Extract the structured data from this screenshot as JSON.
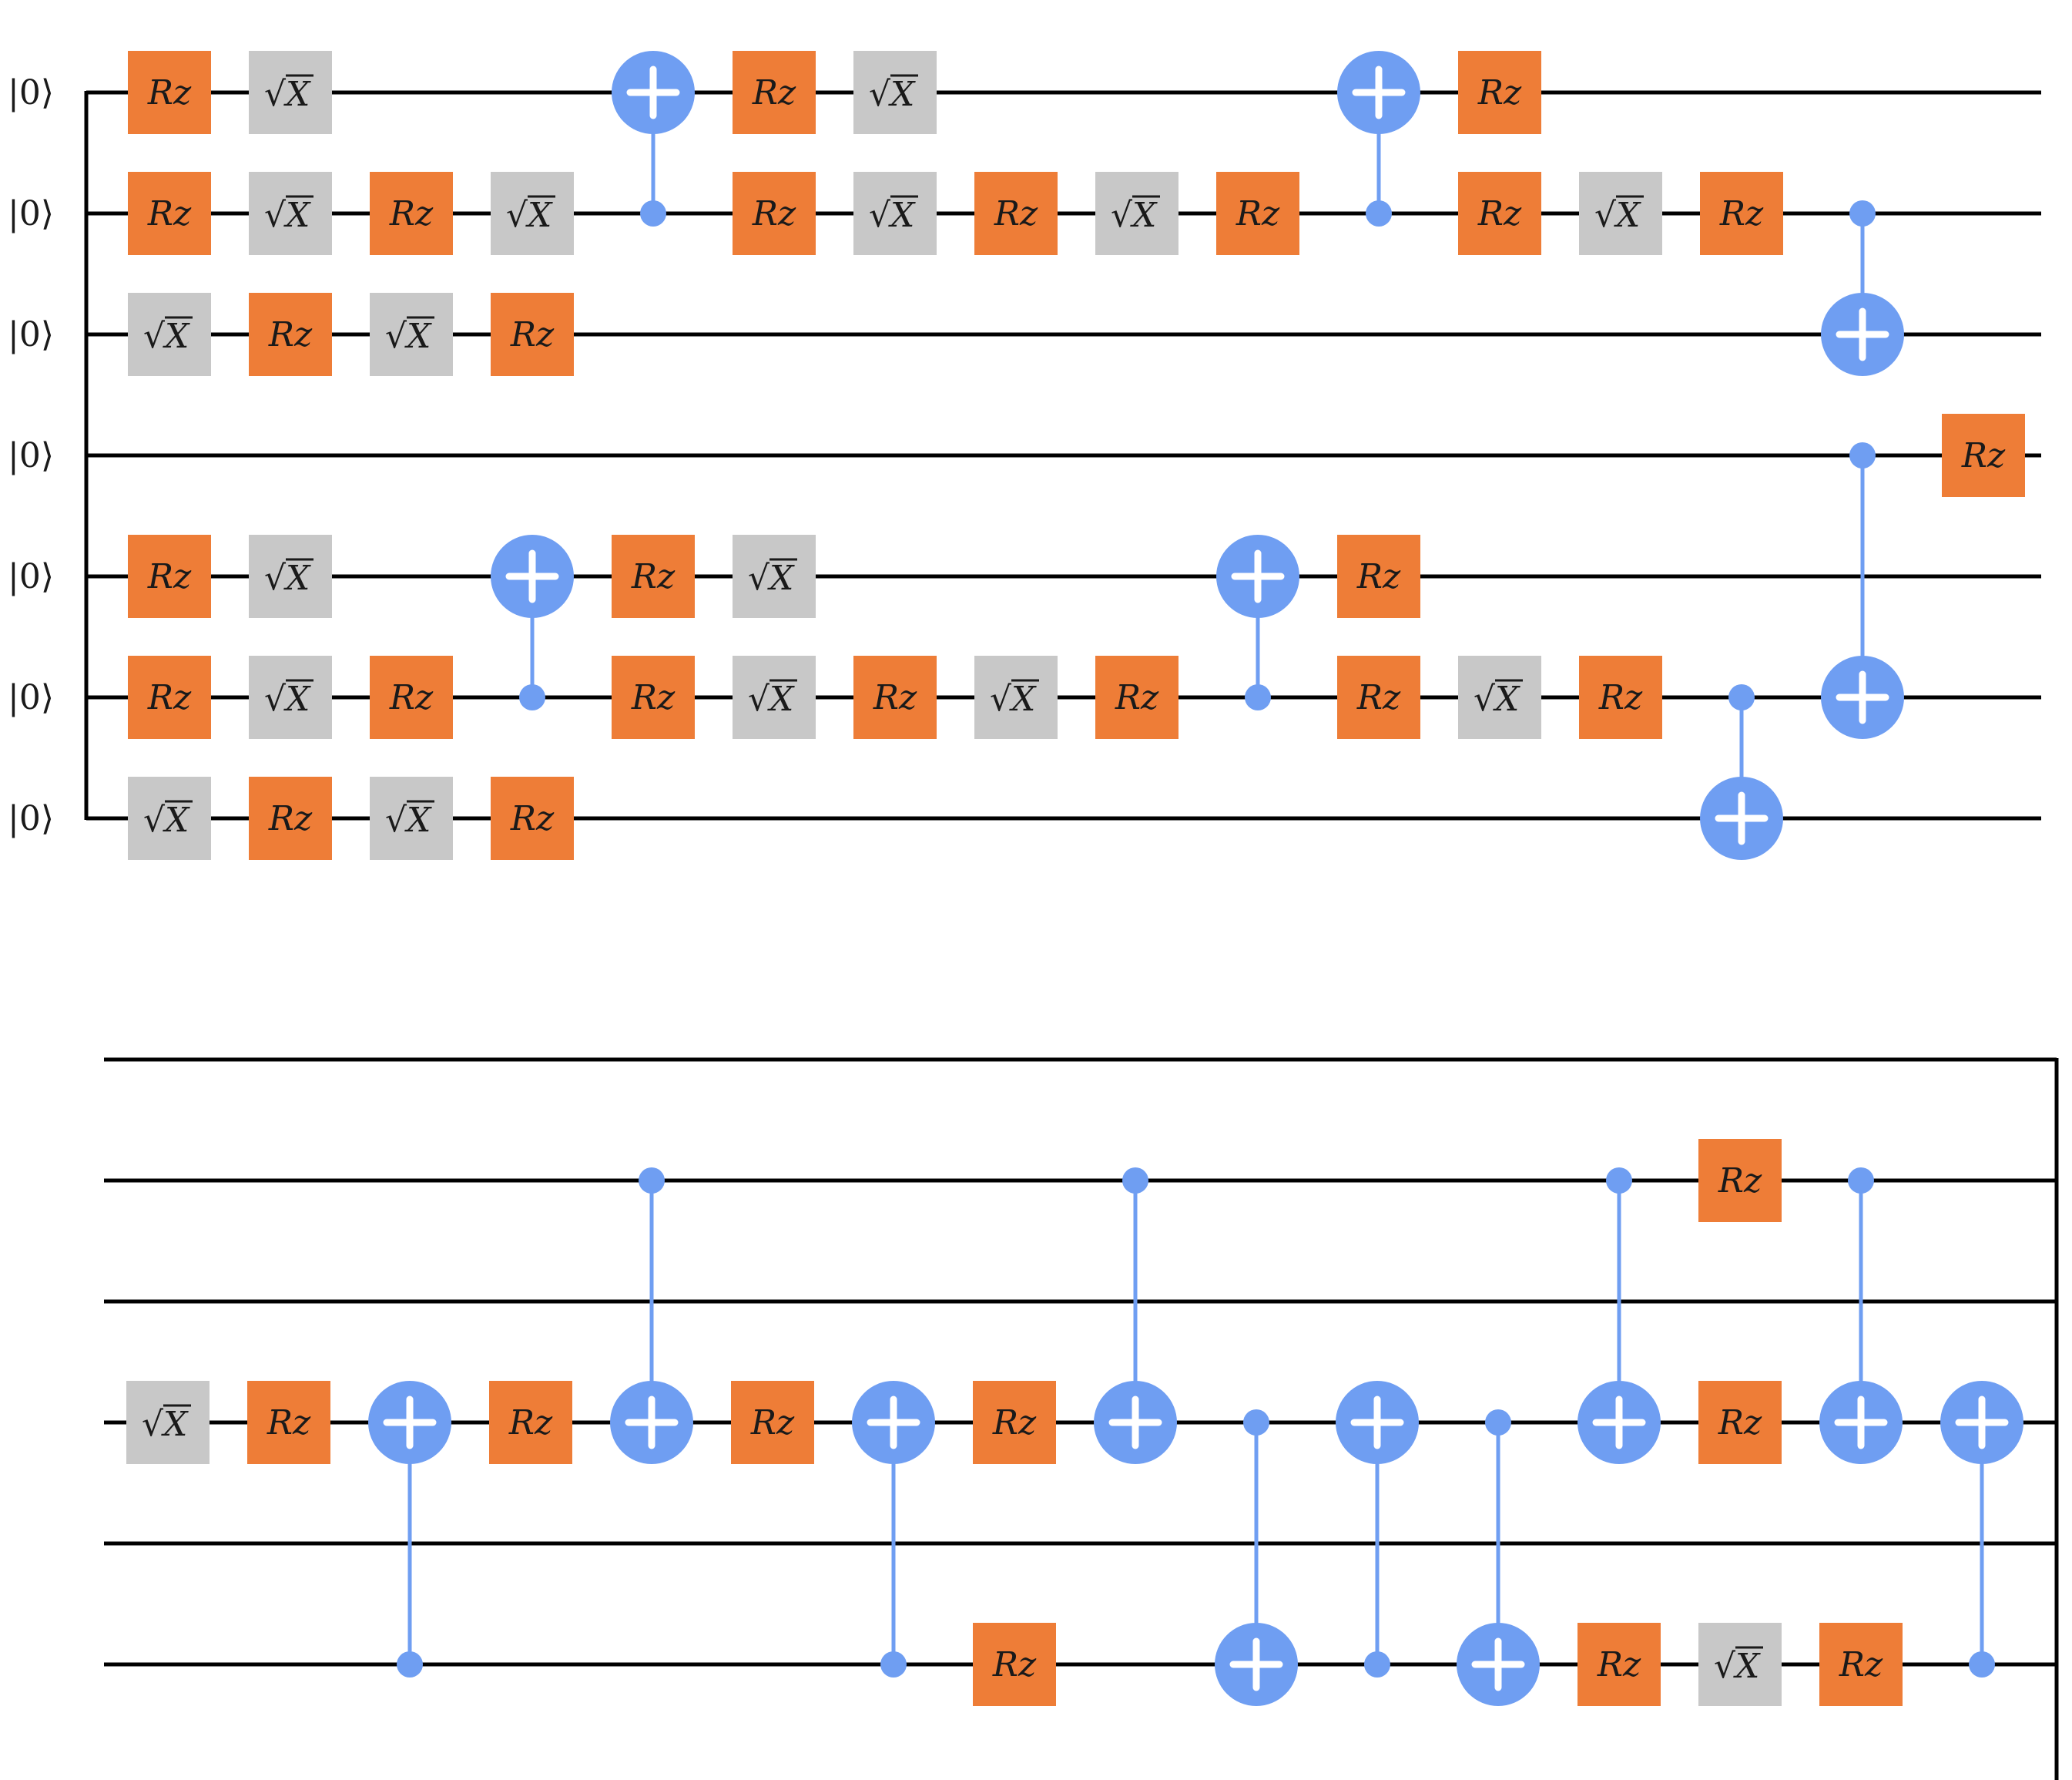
{
  "colors": {
    "wire": "#000000",
    "rz_fill": "#ee7d37",
    "sx_fill": "#c8c8c8",
    "cnot": "#6f9ef2",
    "gate_text": "#1a1a1a"
  },
  "labels": {
    "rz": "Rz",
    "sx_radical": "√",
    "sx_letter": "X",
    "initial_state": "|0⟩"
  },
  "icons": {
    "cnot_target": "circle-plus-icon",
    "cnot_control": "filled-dot-icon"
  },
  "panels": [
    {
      "name": "top-panel",
      "qubit_count": 7,
      "columns": 16,
      "initial_states": [
        "|0⟩",
        "|0⟩",
        "|0⟩",
        "|0⟩",
        "|0⟩",
        "|0⟩",
        "|0⟩"
      ],
      "ops": [
        {
          "type": "rz",
          "wire": 0,
          "col": 0
        },
        {
          "type": "sx",
          "wire": 0,
          "col": 1
        },
        {
          "type": "cx",
          "control": 1,
          "target": 0,
          "col": 4
        },
        {
          "type": "rz",
          "wire": 0,
          "col": 5
        },
        {
          "type": "sx",
          "wire": 0,
          "col": 6
        },
        {
          "type": "cx",
          "control": 1,
          "target": 0,
          "col": 10
        },
        {
          "type": "rz",
          "wire": 0,
          "col": 11
        },
        {
          "type": "rz",
          "wire": 1,
          "col": 0
        },
        {
          "type": "sx",
          "wire": 1,
          "col": 1
        },
        {
          "type": "rz",
          "wire": 1,
          "col": 2
        },
        {
          "type": "sx",
          "wire": 1,
          "col": 3
        },
        {
          "type": "rz",
          "wire": 1,
          "col": 5
        },
        {
          "type": "sx",
          "wire": 1,
          "col": 6
        },
        {
          "type": "rz",
          "wire": 1,
          "col": 7
        },
        {
          "type": "sx",
          "wire": 1,
          "col": 8
        },
        {
          "type": "rz",
          "wire": 1,
          "col": 9
        },
        {
          "type": "rz",
          "wire": 1,
          "col": 11
        },
        {
          "type": "sx",
          "wire": 1,
          "col": 12
        },
        {
          "type": "rz",
          "wire": 1,
          "col": 13
        },
        {
          "type": "cx",
          "control": 1,
          "target": 2,
          "col": 14
        },
        {
          "type": "sx",
          "wire": 2,
          "col": 0
        },
        {
          "type": "rz",
          "wire": 2,
          "col": 1
        },
        {
          "type": "sx",
          "wire": 2,
          "col": 2
        },
        {
          "type": "rz",
          "wire": 2,
          "col": 3
        },
        {
          "type": "cx",
          "control": 3,
          "target": 5,
          "col": 14
        },
        {
          "type": "rz",
          "wire": 3,
          "col": 15
        },
        {
          "type": "rz",
          "wire": 4,
          "col": 0
        },
        {
          "type": "sx",
          "wire": 4,
          "col": 1
        },
        {
          "type": "cx",
          "control": 5,
          "target": 4,
          "col": 3
        },
        {
          "type": "rz",
          "wire": 4,
          "col": 4
        },
        {
          "type": "sx",
          "wire": 4,
          "col": 5
        },
        {
          "type": "cx",
          "control": 5,
          "target": 4,
          "col": 9
        },
        {
          "type": "rz",
          "wire": 4,
          "col": 10
        },
        {
          "type": "rz",
          "wire": 5,
          "col": 0
        },
        {
          "type": "sx",
          "wire": 5,
          "col": 1
        },
        {
          "type": "rz",
          "wire": 5,
          "col": 2
        },
        {
          "type": "rz",
          "wire": 5,
          "col": 4
        },
        {
          "type": "sx",
          "wire": 5,
          "col": 5
        },
        {
          "type": "rz",
          "wire": 5,
          "col": 6
        },
        {
          "type": "sx",
          "wire": 5,
          "col": 7
        },
        {
          "type": "rz",
          "wire": 5,
          "col": 8
        },
        {
          "type": "rz",
          "wire": 5,
          "col": 10
        },
        {
          "type": "sx",
          "wire": 5,
          "col": 11
        },
        {
          "type": "rz",
          "wire": 5,
          "col": 12
        },
        {
          "type": "cx",
          "control": 5,
          "target": 6,
          "col": 13
        },
        {
          "type": "sx",
          "wire": 6,
          "col": 0
        },
        {
          "type": "rz",
          "wire": 6,
          "col": 1
        },
        {
          "type": "sx",
          "wire": 6,
          "col": 2
        },
        {
          "type": "rz",
          "wire": 6,
          "col": 3
        }
      ]
    },
    {
      "name": "bottom-panel",
      "qubit_count": 7,
      "columns": 16,
      "ops": [
        {
          "type": "sx",
          "wire": 3,
          "col": 0
        },
        {
          "type": "rz",
          "wire": 3,
          "col": 1
        },
        {
          "type": "cx",
          "control": 5,
          "target": 3,
          "col": 2
        },
        {
          "type": "rz",
          "wire": 3,
          "col": 3
        },
        {
          "type": "cx",
          "control": 1,
          "target": 3,
          "col": 4
        },
        {
          "type": "rz",
          "wire": 3,
          "col": 5
        },
        {
          "type": "cx",
          "control": 5,
          "target": 3,
          "col": 6
        },
        {
          "type": "rz",
          "wire": 3,
          "col": 7
        },
        {
          "type": "rz",
          "wire": 5,
          "col": 7
        },
        {
          "type": "cx",
          "control": 1,
          "target": 3,
          "col": 8
        },
        {
          "type": "cx",
          "control": 3,
          "target": 5,
          "col": 9
        },
        {
          "type": "cx",
          "control": 5,
          "target": 3,
          "col": 10
        },
        {
          "type": "cx",
          "control": 3,
          "target": 5,
          "col": 11
        },
        {
          "type": "cx",
          "control": 1,
          "target": 3,
          "col": 12
        },
        {
          "type": "rz",
          "wire": 5,
          "col": 12
        },
        {
          "type": "rz",
          "wire": 1,
          "col": 13
        },
        {
          "type": "rz",
          "wire": 3,
          "col": 13
        },
        {
          "type": "sx",
          "wire": 5,
          "col": 13
        },
        {
          "type": "cx",
          "control": 1,
          "target": 3,
          "col": 14
        },
        {
          "type": "rz",
          "wire": 5,
          "col": 14
        },
        {
          "type": "cx",
          "control": 5,
          "target": 3,
          "col": 15
        }
      ]
    }
  ]
}
